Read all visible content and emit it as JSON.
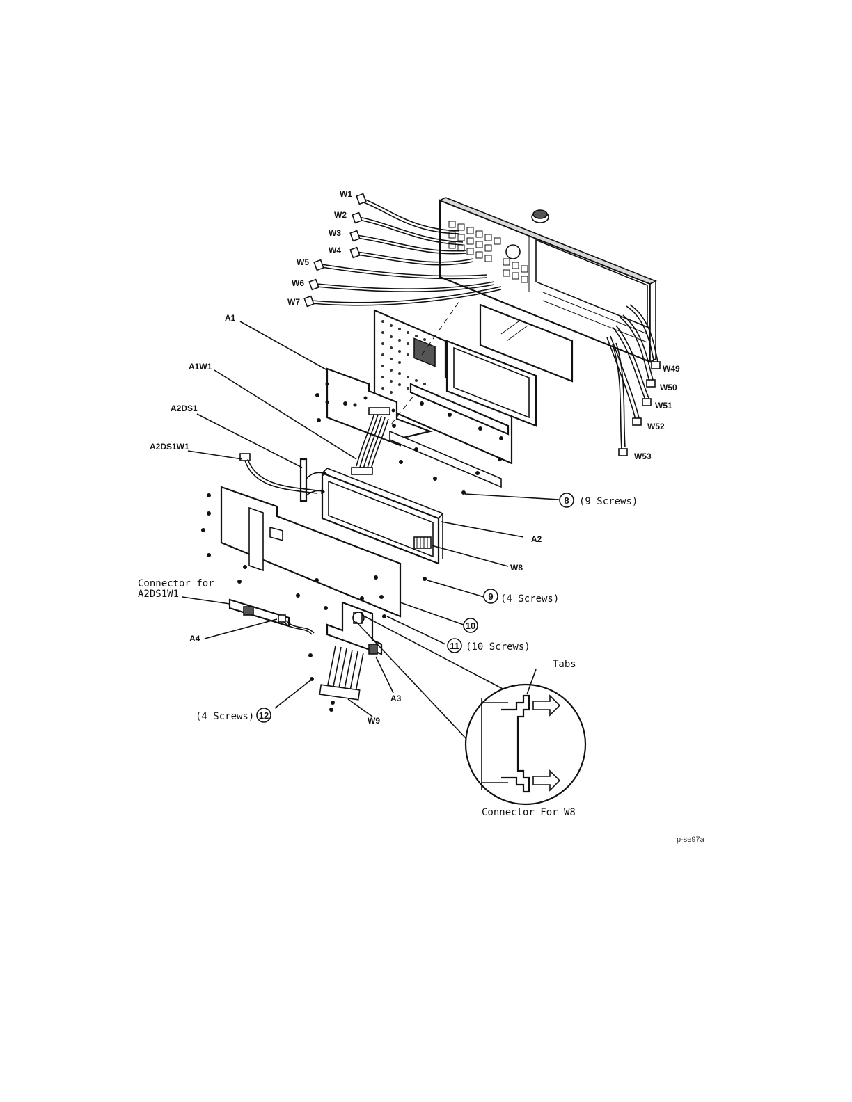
{
  "figure": {
    "code": "p-se97a",
    "cables_left": [
      "W1",
      "W2",
      "W3",
      "W4",
      "W5",
      "W6",
      "W7"
    ],
    "cables_right": [
      "W49",
      "W50",
      "W51",
      "W52",
      "W53"
    ],
    "assemblies": {
      "a1": "A1",
      "a1w1": "A1W1",
      "a2ds1": "A2DS1",
      "a2ds1w1": "A2DS1W1",
      "a2": "A2",
      "w8": "W8",
      "connector_for_line1": "Connector for",
      "connector_for_line2": "A2DS1W1",
      "a4": "A4",
      "a3": "A3",
      "w9": "W9"
    },
    "callouts": [
      {
        "number": "8",
        "text": "(9 Screws)"
      },
      {
        "number": "9",
        "text": "(4 Screws)"
      },
      {
        "number": "10",
        "text": ""
      },
      {
        "number": "11",
        "text": "(10 Screws)"
      },
      {
        "number": "12",
        "text": "(4 Screws)"
      }
    ],
    "detail": {
      "tabs_label": "Tabs",
      "connector_label": "Connector For W8"
    }
  }
}
